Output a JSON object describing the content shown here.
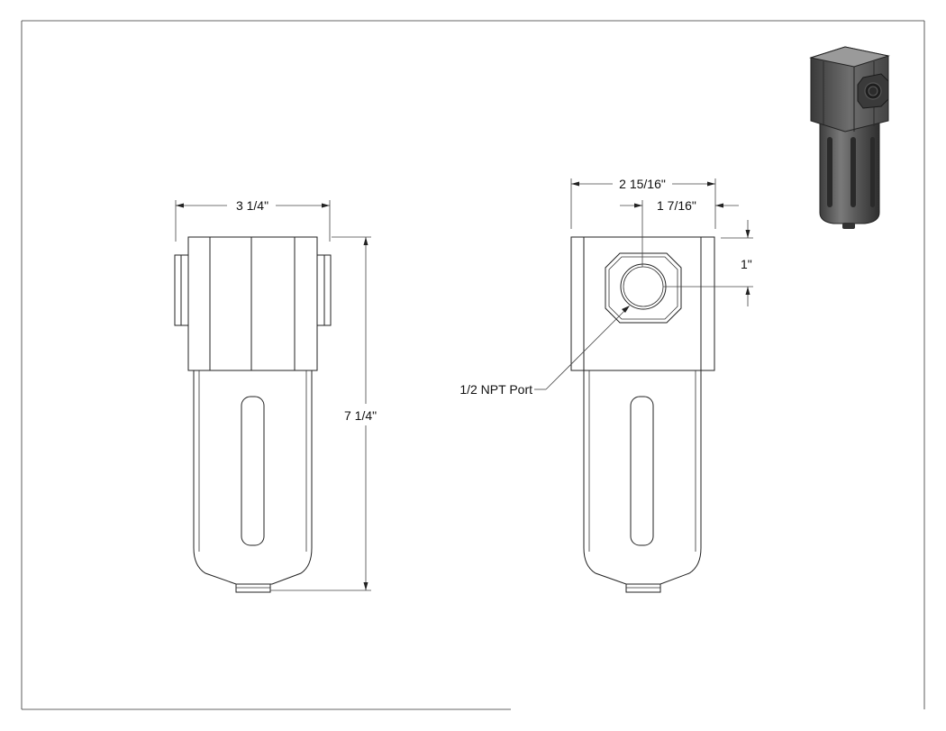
{
  "drawing": {
    "front_view": {
      "width_label": "3 1/4\"",
      "height_label": "7 1/4\""
    },
    "side_view": {
      "width_label": "2 15/16\"",
      "port_offset_label": "1 7/16\"",
      "port_height_label": "1\"",
      "port_callout": "1/2 NPT Port"
    }
  },
  "colors": {
    "line": "#222222",
    "iso_body": "#4a4a4a",
    "iso_highlight": "#8a8a8a"
  }
}
